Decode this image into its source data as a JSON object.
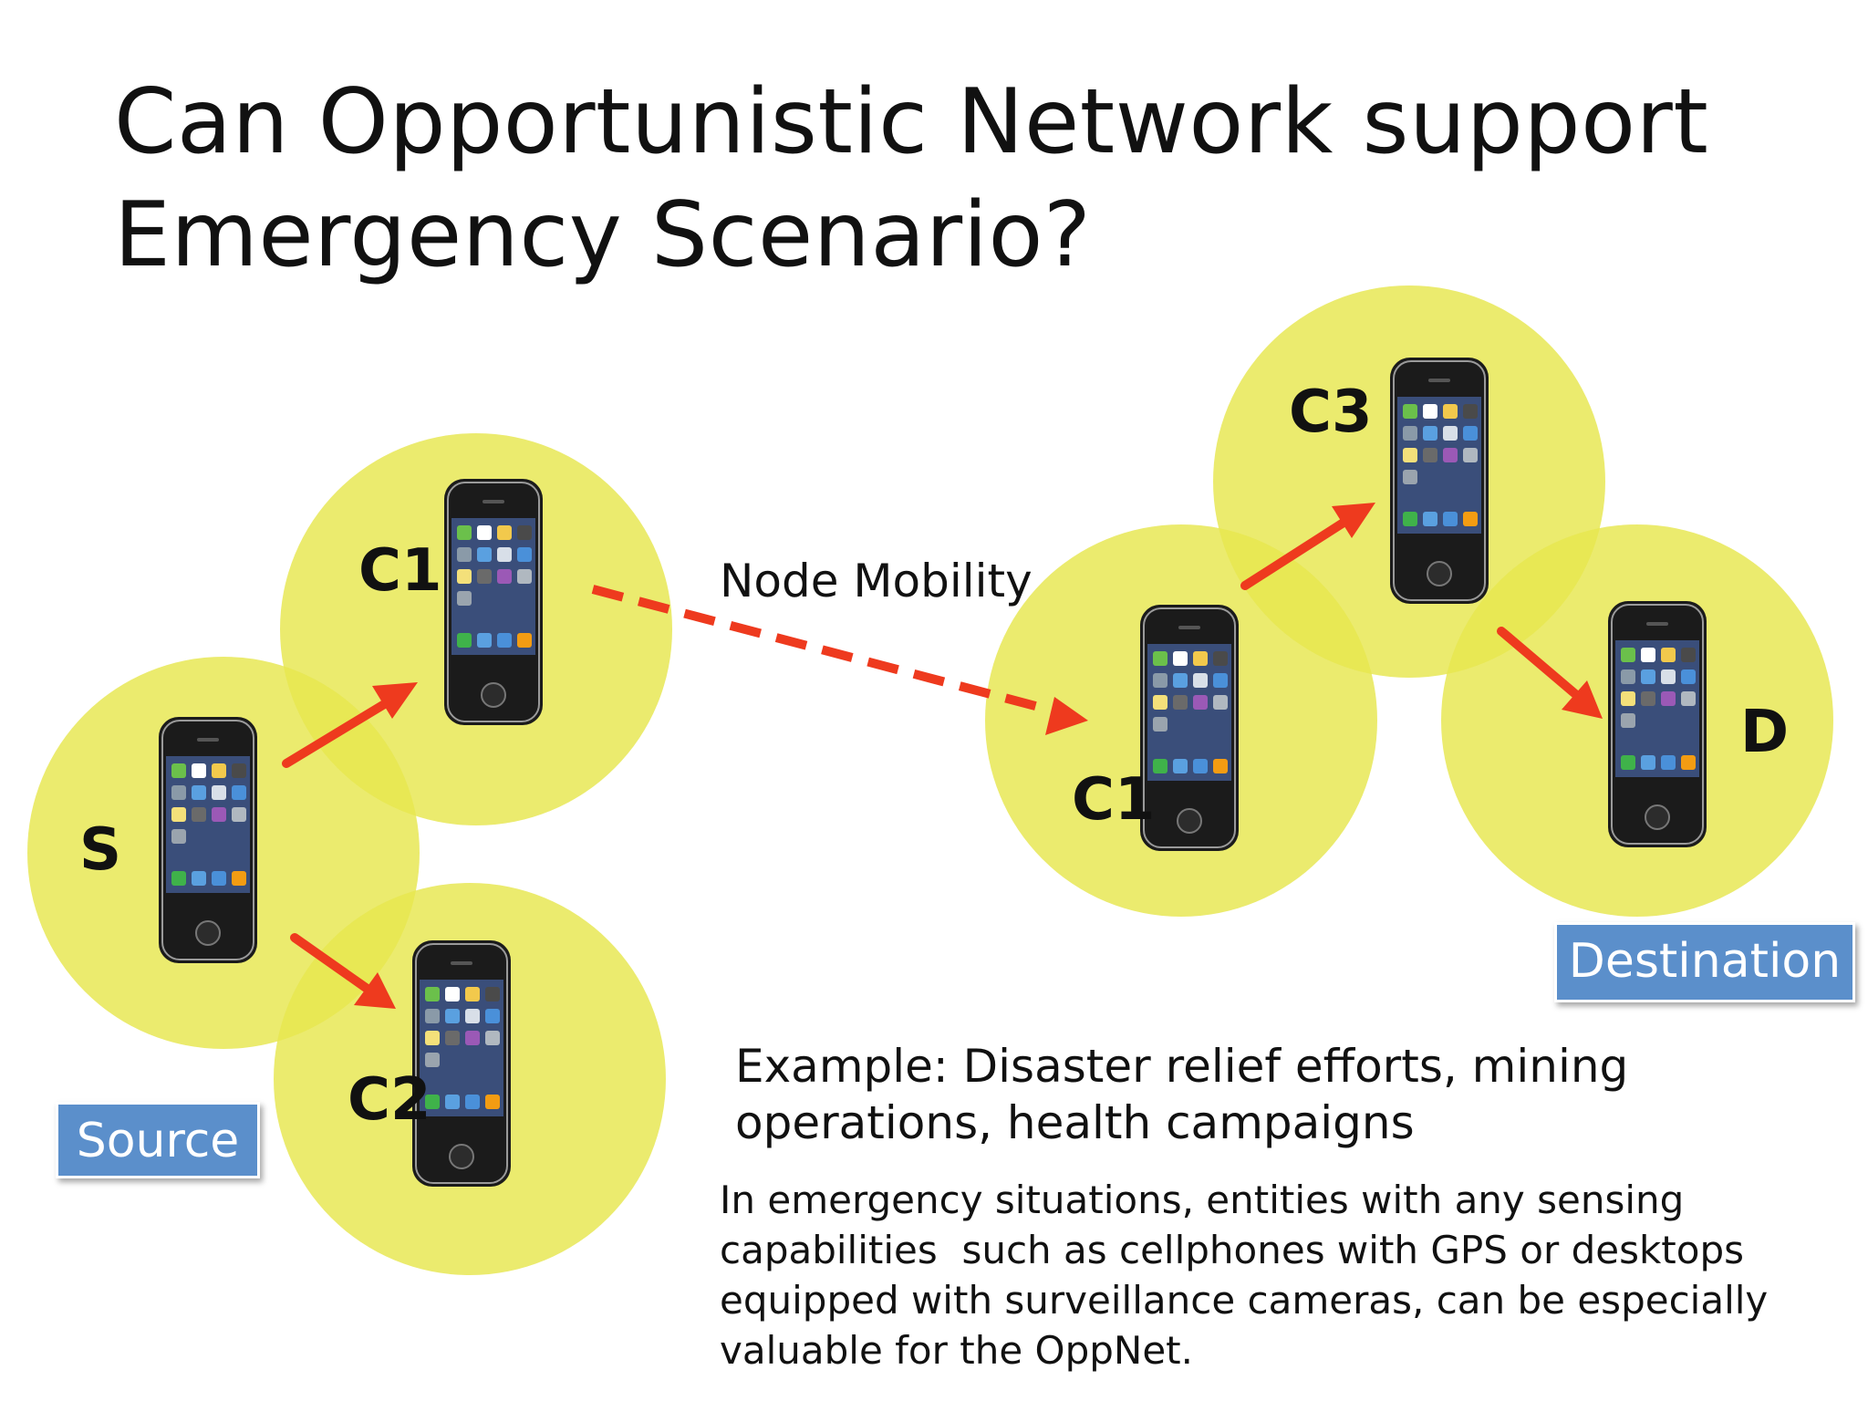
{
  "slide": {
    "title_lines": [
      "Can Opportunistic Network support",
      "Emergency Scenario?"
    ]
  },
  "nodes": {
    "s": "S",
    "c1_left": "C1",
    "c2": "C2",
    "c1_right": "C1",
    "c3": "C3",
    "d": "D"
  },
  "labels": {
    "source": "Source",
    "destination": "Destination",
    "node_mobility": "Node Mobility"
  },
  "example_lines": [
    "Example: Disaster relief efforts, mining",
    "operations, health campaigns"
  ],
  "description_lines": [
    "In emergency situations, entities with any sensing",
    "capabilities  such as cellphones with GPS or desktops",
    "equipped with surveillance cameras, can be especially",
    "valuable for the OppNet."
  ],
  "colors": {
    "range_circle": "#e8e86a",
    "arrow": "#ee3a1e",
    "label_box": "#5b8fcb"
  },
  "icons": {
    "device": "smartphone-icon"
  }
}
